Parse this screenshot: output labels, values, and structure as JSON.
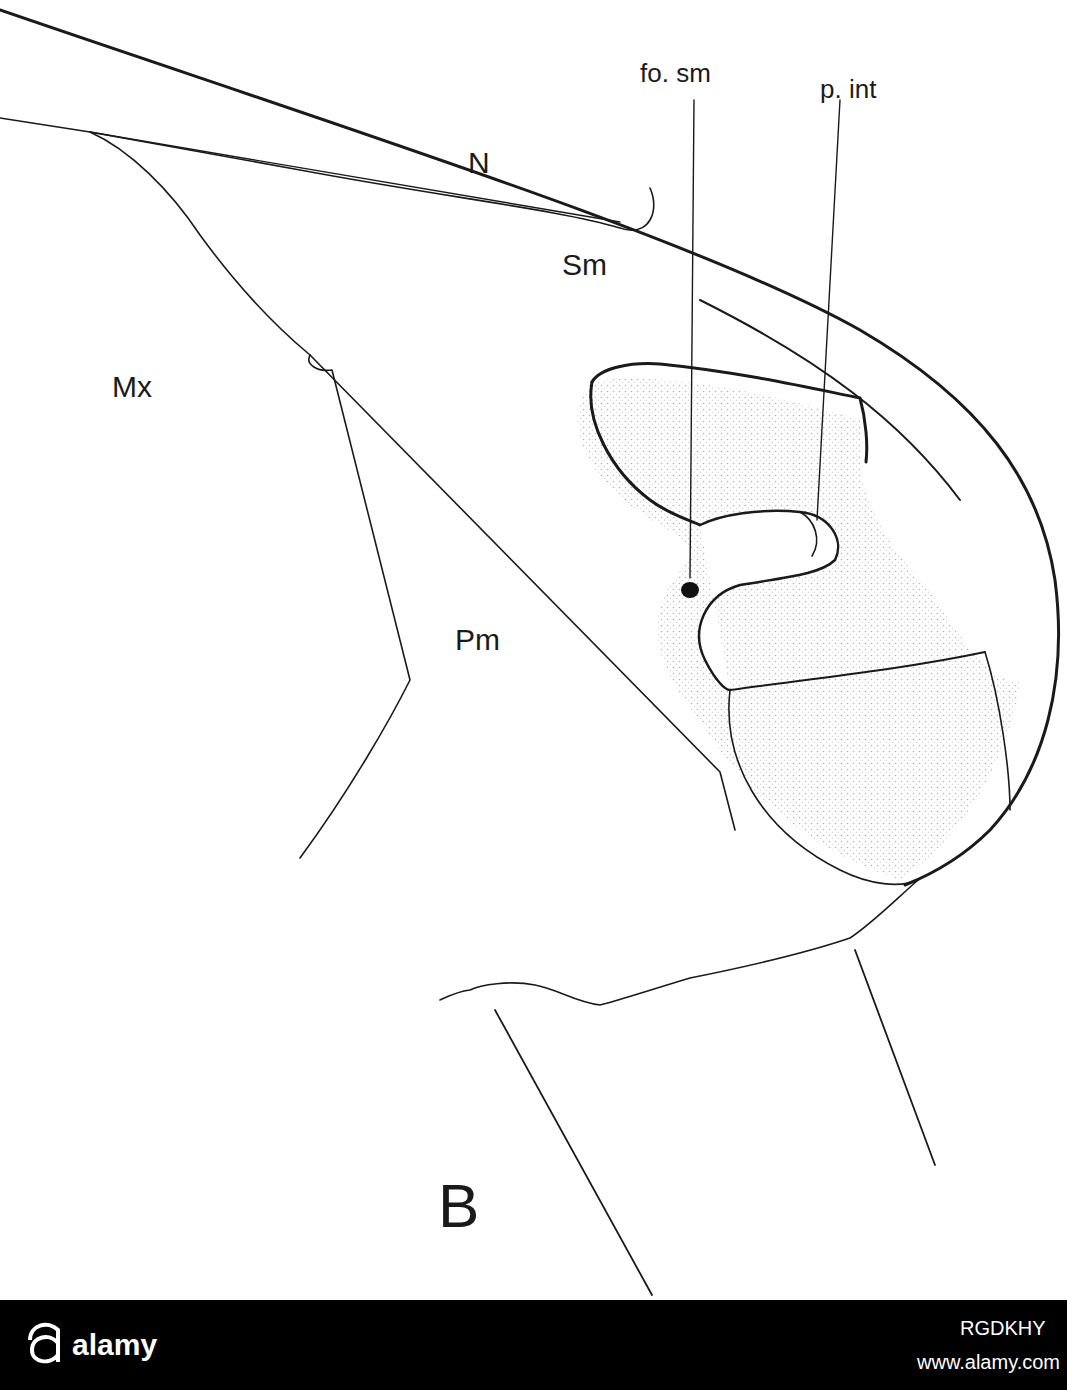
{
  "diagram": {
    "labels": [
      "fo. sm",
      "p. int",
      "N",
      "Sm",
      "Mx",
      "Pm",
      "B",
      "alamy",
      "RGDKHY",
      "www.alamy.com"
    ]
  }
}
